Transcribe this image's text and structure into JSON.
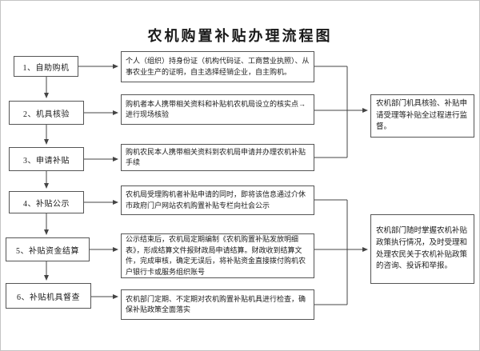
{
  "title": "农机购置补贴办理流程图",
  "steps": [
    {
      "label": "1、自助购机",
      "desc": "个人（组织）持身份证（机构代码证、工商营业执照）、从事农业生产的证明，自主选择经销企业，自主购机。"
    },
    {
      "label": "2、机具核验",
      "desc": "购机者本人携带相关资料和补贴机农机局设立的核实点→进行现场核验"
    },
    {
      "label": "3、申请补贴",
      "desc": "购机农民本人携带相关资料到农机局申请并办理农机补贴手续"
    },
    {
      "label": "4、补贴公示",
      "desc": "农机局受理购机者补贴申请的同时，即将该信息通过介休市政府门户网站农机购置补贴专栏向社会公示"
    },
    {
      "label": "5、补贴资金结算",
      "desc": "公示结束后，农机局定期编制《农机购置补贴发放明细表》，形成结算文件报财政局申请结算。财政收到结算文件，完成审核，确定无误后，将补贴资金直接拨付购机农户银行卡或服务组织账号"
    },
    {
      "label": "6、补贴机具督查",
      "desc": "农机部门定期、不定期对农机购置补贴机具进行检查，确保补贴政策全面落实"
    }
  ],
  "side_notes": [
    {
      "text": "农机部门机具核验、补贴申请受理等补贴全过程进行监督。"
    },
    {
      "text": "农机部门随时掌握农机补贴政策执行情况，及时受理和处理农民关于农机补贴政策的咨询、投诉和举报。"
    }
  ],
  "colors": {
    "line": "#444444",
    "box_border": "#555555",
    "text": "#1a1a1a",
    "background": "#ffffff"
  }
}
